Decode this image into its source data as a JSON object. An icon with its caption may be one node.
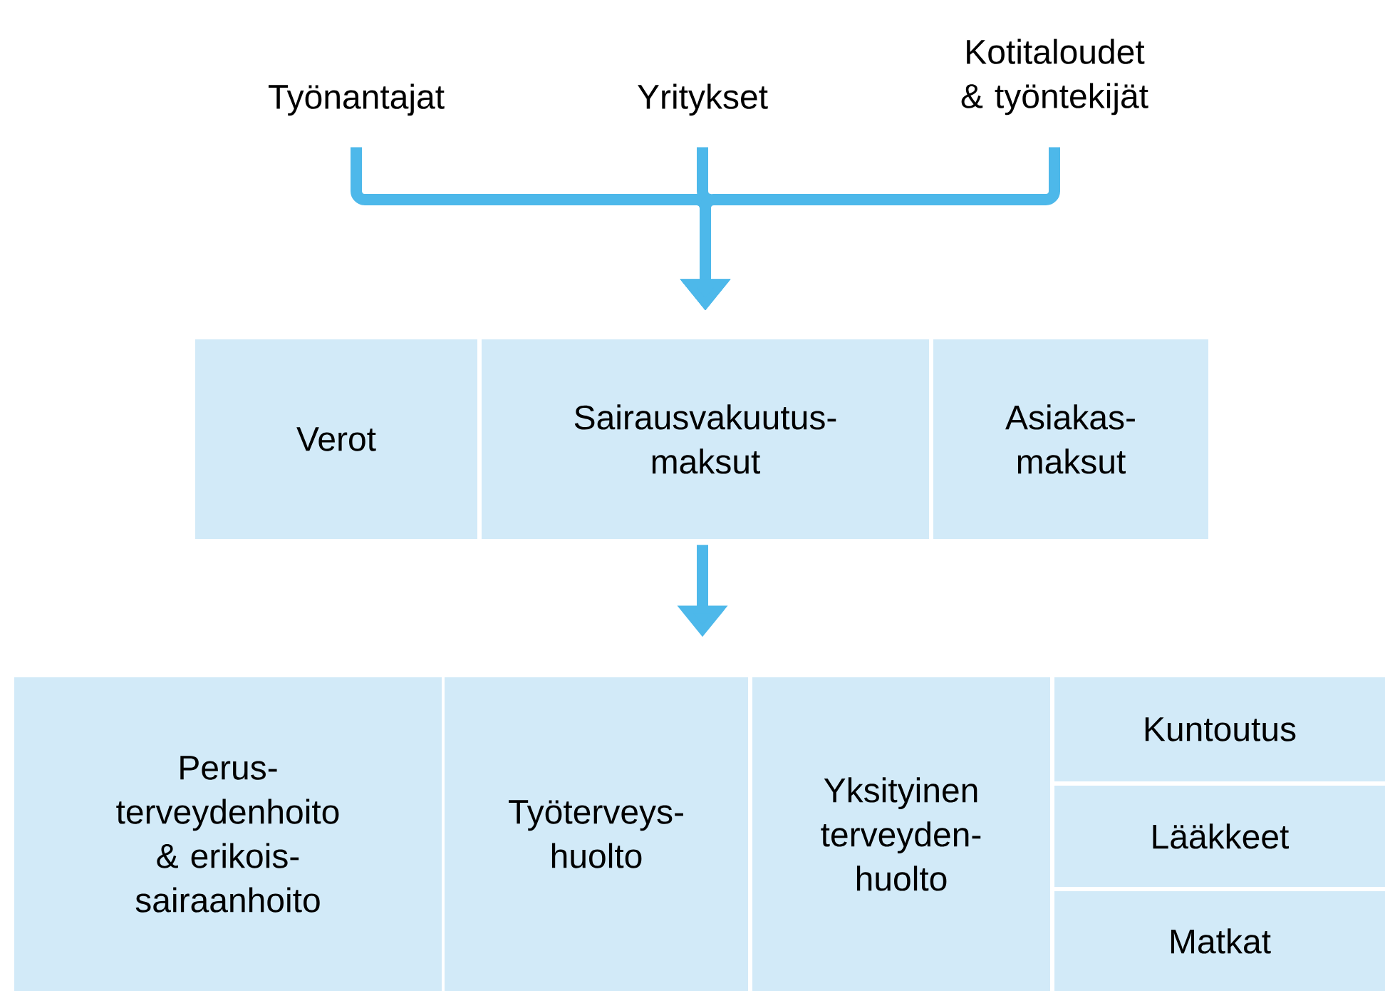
{
  "diagram": {
    "nodes": [
      {
        "text": [
          "Työnantajat"
        ]
      },
      {
        "text": [
          "Yritykset"
        ]
      },
      {
        "text": [
          "Kotitaloudet & työntekijät"
        ]
      },
      {
        "text": [
          "Verot"
        ]
      },
      {
        "text": [
          "Sairausvakuutus- maksut"
        ]
      },
      {
        "text": [
          "Asiakas- maksut"
        ]
      },
      {
        "text": [
          "Perus- terveydenhoito & erikois- sairaanhoito"
        ]
      },
      {
        "text": [
          "Työterveys- huolto"
        ]
      },
      {
        "text": [
          "Yksityinen terveyden- huolto"
        ]
      },
      {
        "text": [
          "Kuntoutus"
        ]
      },
      {
        "text": [
          "Lääkkeet"
        ]
      },
      {
        "text": [
          "Matkat"
        ]
      }
    ],
    "edges": [
      {
        "from": 0,
        "to": 4,
        "arrow": "to"
      },
      {
        "from": 1,
        "to": 4,
        "arrow": "to"
      },
      {
        "from": 2,
        "to": 4,
        "arrow": "to"
      },
      {
        "from": 4,
        "to": 7,
        "arrow": "to"
      }
    ]
  }
}
